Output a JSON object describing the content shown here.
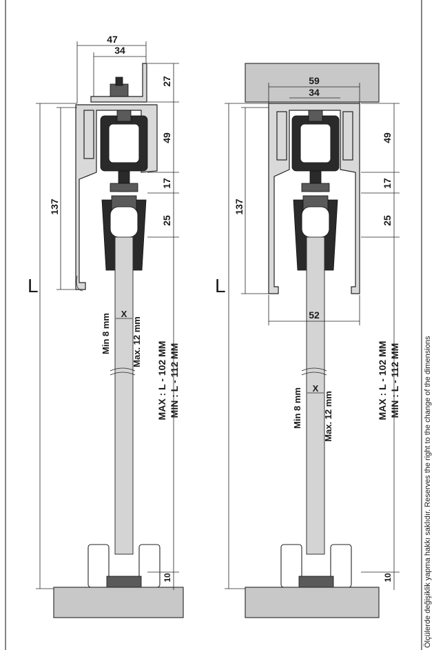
{
  "left_drawing": {
    "top_width_outer": "47",
    "top_width_inner": "34",
    "bracket_height": "27",
    "wheel_height": "49",
    "bolt_height": "17",
    "hanger_height": "25",
    "profile_height": "137",
    "total_label": "L",
    "rod_x_label": "X",
    "rod_min": "Min 8 mm",
    "rod_max": "Max. 12 mm",
    "max_formula": "MAX :   L - 102 MM",
    "min_formula": "MIN  :   L - 112 MM",
    "bottom_gap": "10"
  },
  "right_drawing": {
    "top_width_outer": "59",
    "top_width_inner": "34",
    "wheel_height": "49",
    "bolt_height": "17",
    "hanger_height": "25",
    "profile_height": "137",
    "profile_bottom_width": "52",
    "total_label": "L",
    "rod_x_label": "X",
    "rod_min": "Min 8 mm",
    "rod_max": "Max. 12 mm",
    "max_formula": "MAX :   L - 102 MM",
    "min_formula": "MIN  :   L - 112 MM",
    "bottom_gap": "10"
  },
  "side_note": "Ölçülerde değişiklik yapma hakkı saklıdır. Reserves the right to the change of the dimensions"
}
